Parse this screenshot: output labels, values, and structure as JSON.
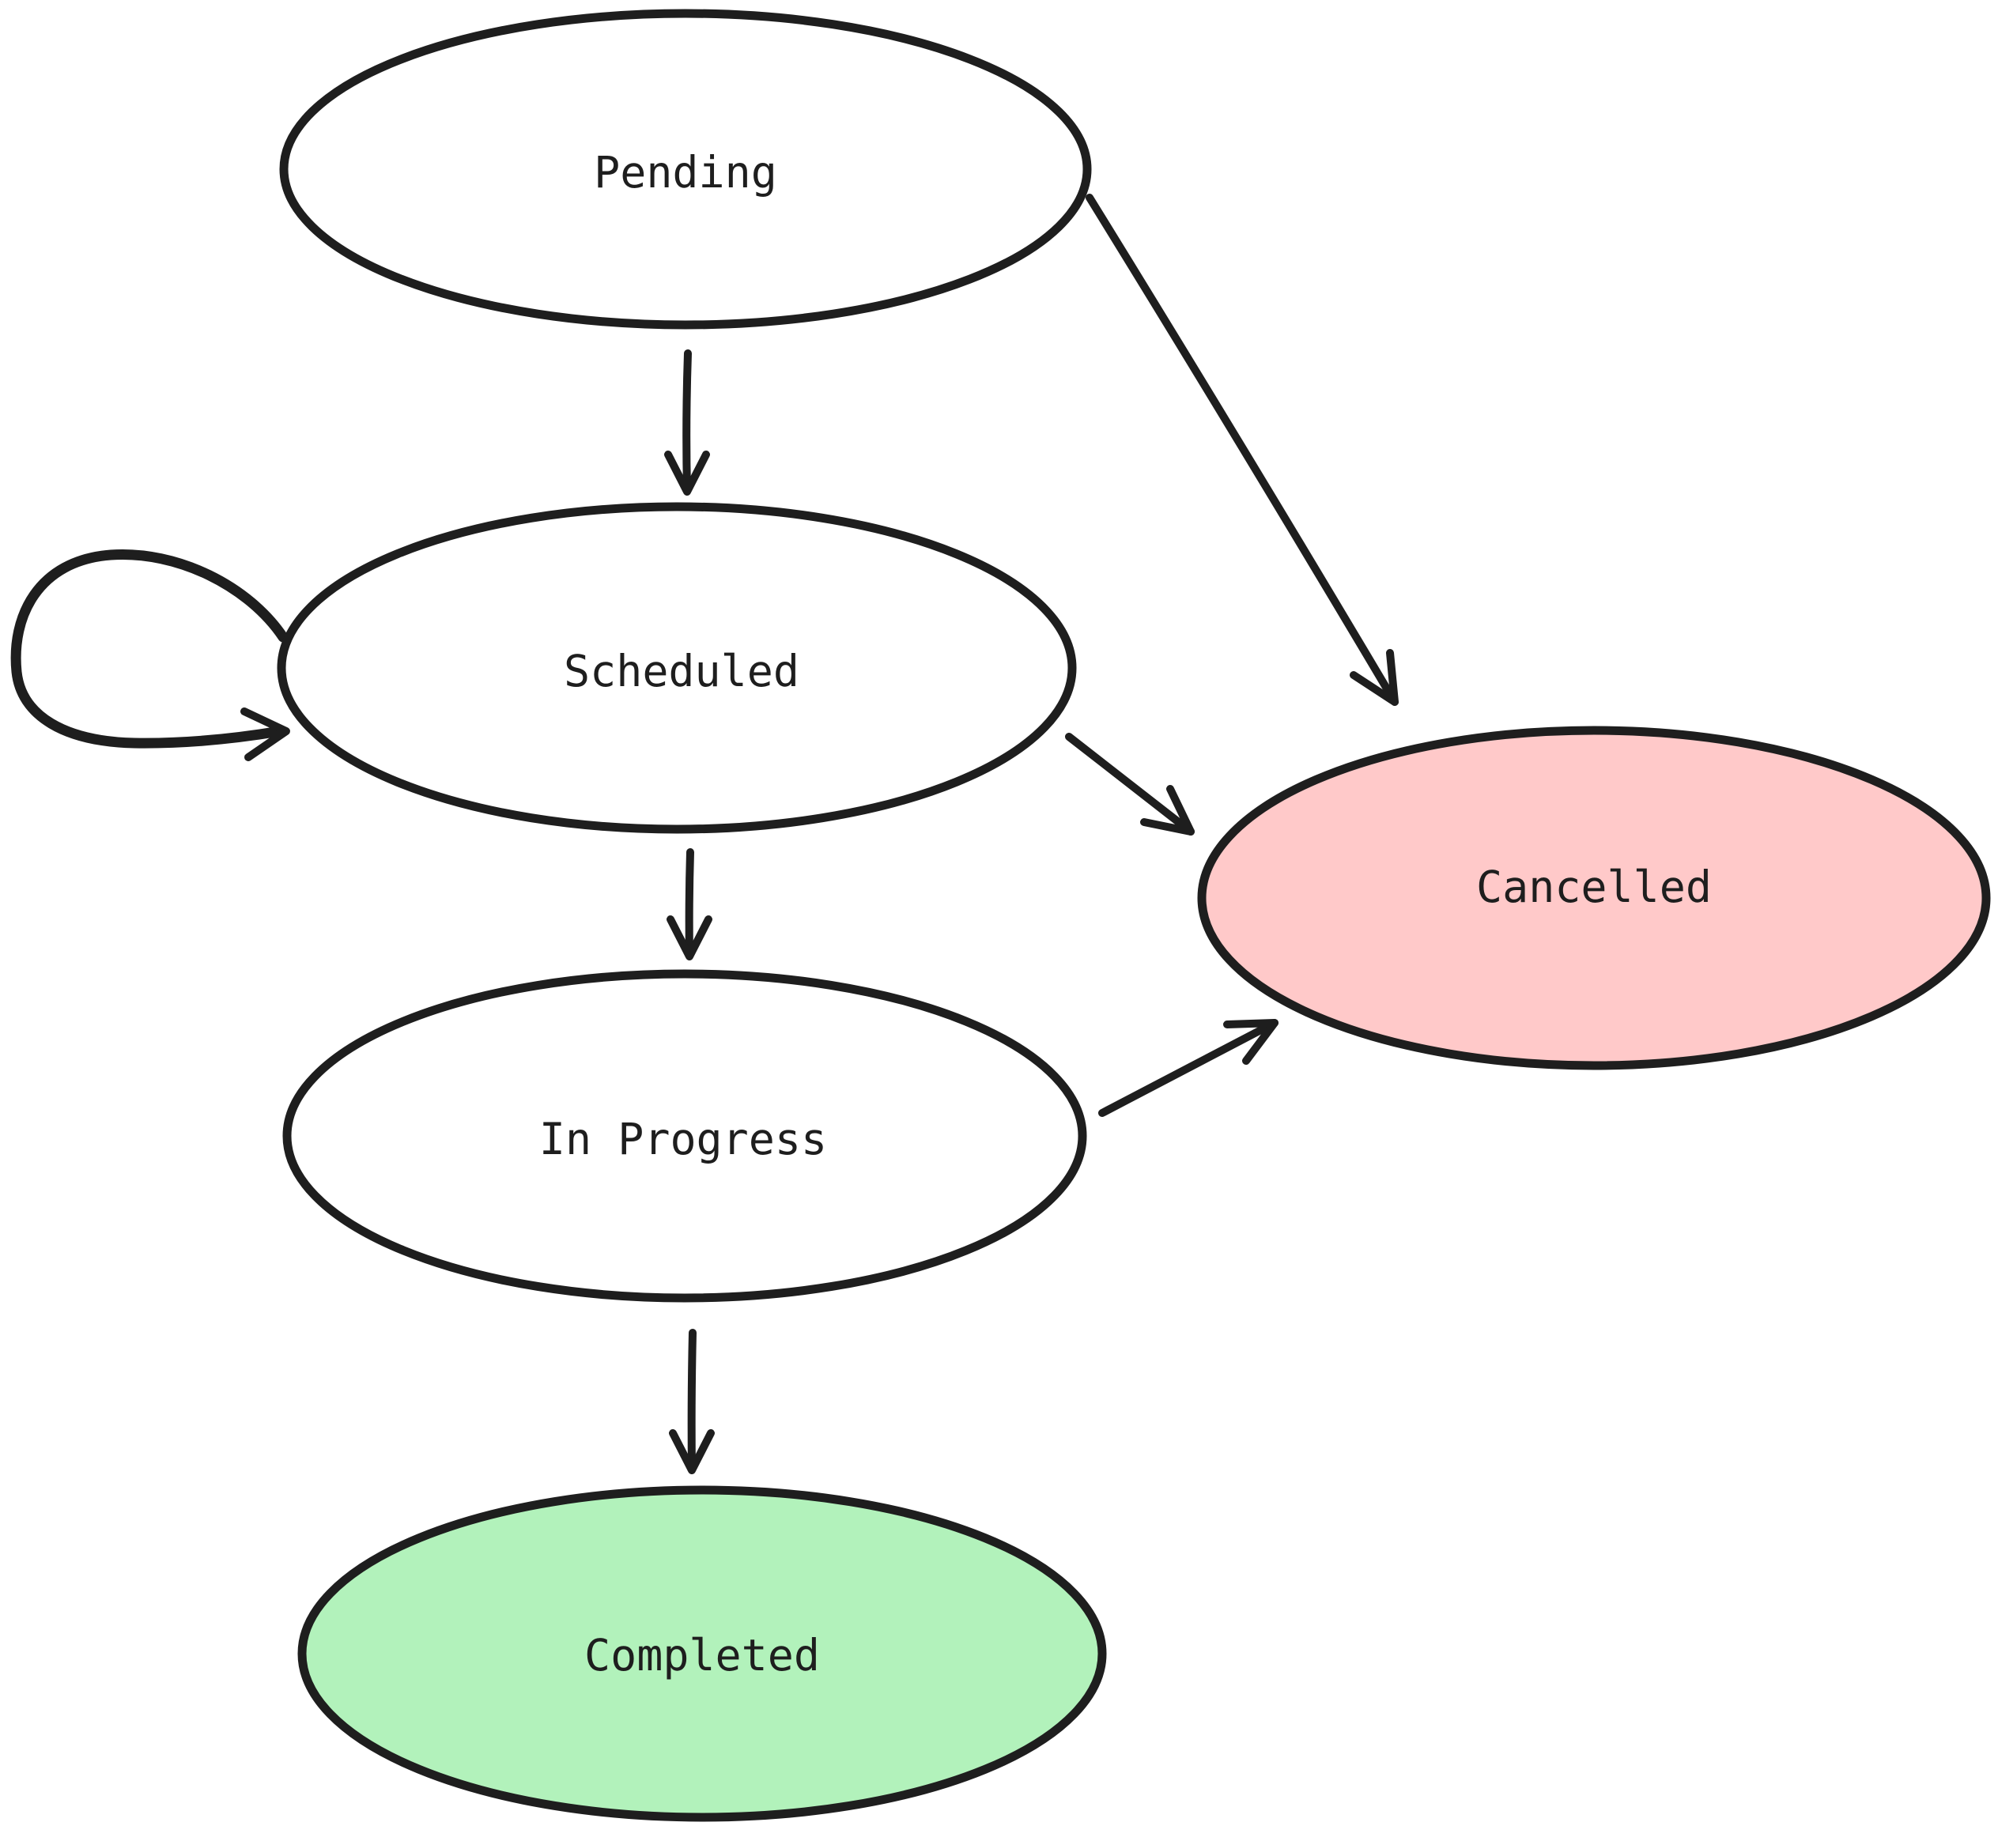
{
  "diagram": {
    "type": "state-diagram",
    "background_color": "#ffffff",
    "stroke_color": "#1e1e1e",
    "text_color": "#1e1e1e",
    "nodes": [
      {
        "id": "pending",
        "label": "Pending",
        "fill": "#ffffff"
      },
      {
        "id": "scheduled",
        "label": "Scheduled",
        "fill": "#ffffff"
      },
      {
        "id": "in-progress",
        "label": "In Progress",
        "fill": "#ffffff"
      },
      {
        "id": "completed",
        "label": "Completed",
        "fill": "#b2f2bb"
      },
      {
        "id": "cancelled",
        "label": "Cancelled",
        "fill": "#ffc9c9"
      }
    ],
    "edges": [
      {
        "from": "pending",
        "to": "scheduled"
      },
      {
        "from": "pending",
        "to": "cancelled"
      },
      {
        "from": "scheduled",
        "to": "scheduled",
        "self_loop": true
      },
      {
        "from": "scheduled",
        "to": "in-progress"
      },
      {
        "from": "scheduled",
        "to": "cancelled"
      },
      {
        "from": "in-progress",
        "to": "completed"
      },
      {
        "from": "in-progress",
        "to": "cancelled"
      }
    ]
  }
}
